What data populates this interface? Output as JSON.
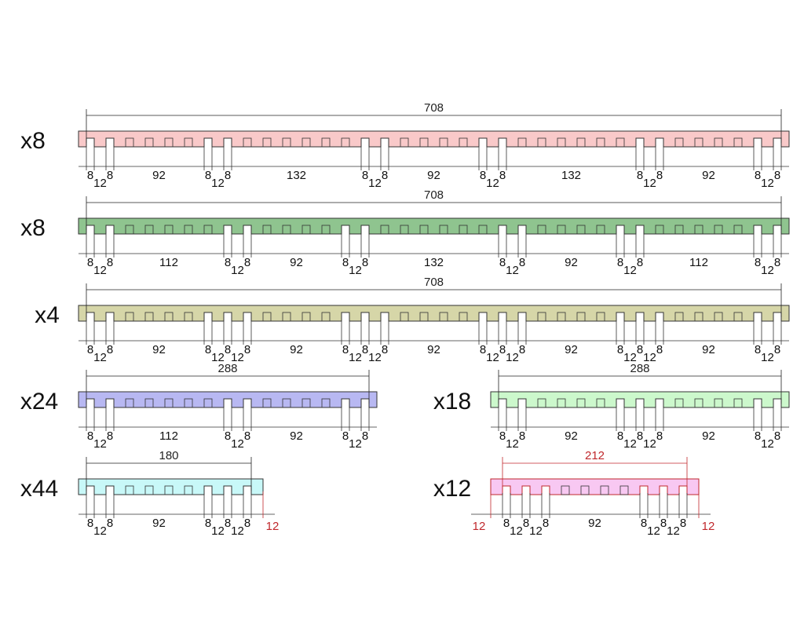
{
  "units_per_slot_pitch": 20,
  "slot_width": 8,
  "rows": [
    {
      "multiplier": "x8",
      "length": "708",
      "color": "#f9c9c9",
      "slots": 36,
      "open": [
        0,
        1,
        6,
        7,
        14,
        15,
        20,
        21,
        28,
        29,
        34,
        35
      ],
      "dims": [
        "8",
        "12",
        "8",
        "92",
        "8",
        "12",
        "8",
        "132",
        "8",
        "12",
        "8",
        "92",
        "8",
        "12",
        "8",
        "132",
        "8",
        "12",
        "8",
        "92",
        "8",
        "12",
        "8"
      ]
    },
    {
      "multiplier": "x8",
      "length": "708",
      "color": "#8fc48f",
      "slots": 36,
      "open": [
        0,
        1,
        7,
        8,
        13,
        14,
        21,
        22,
        27,
        28,
        34,
        35
      ],
      "dims": [
        "8",
        "12",
        "8",
        "112",
        "8",
        "12",
        "8",
        "92",
        "8",
        "12",
        "8",
        "132",
        "8",
        "12",
        "8",
        "92",
        "8",
        "12",
        "8",
        "112",
        "8",
        "12",
        "8"
      ]
    },
    {
      "multiplier": "x4",
      "length": "708",
      "color": "#d6d6a8",
      "slots": 36,
      "open": [
        0,
        1,
        6,
        7,
        8,
        13,
        14,
        15,
        20,
        21,
        22,
        27,
        28,
        29,
        34,
        35
      ],
      "dims": [
        "8",
        "12",
        "8",
        "92",
        "8",
        "12",
        "8",
        "12",
        "8",
        "92",
        "8",
        "12",
        "8",
        "12",
        "8",
        "92",
        "8",
        "12",
        "8",
        "12",
        "8",
        "92",
        "8",
        "12",
        "8",
        "12",
        "8",
        "92",
        "8",
        "12",
        "8"
      ]
    },
    {
      "multiplier": "x24",
      "length": "288",
      "color": "#b8b8f2",
      "slots": 15,
      "open": [
        0,
        1,
        7,
        8,
        13,
        14
      ],
      "dims": [
        "8",
        "12",
        "8",
        "112",
        "8",
        "12",
        "8",
        "92",
        "8",
        "12",
        "8"
      ]
    },
    {
      "multiplier": "x18",
      "length": "288",
      "color": "#ccf8cc",
      "slots": 15,
      "open": [
        0,
        1,
        6,
        7,
        8,
        13,
        14
      ],
      "dims": [
        "8",
        "12",
        "8",
        "92",
        "8",
        "12",
        "8",
        "12",
        "8",
        "92",
        "8",
        "12",
        "8"
      ]
    },
    {
      "multiplier": "x44",
      "length": "180",
      "color": "#c8f8f8",
      "slots": 9,
      "open": [
        0,
        1,
        6,
        7,
        8
      ],
      "dims": [
        "8",
        "12",
        "8",
        "92",
        "8",
        "12",
        "8",
        "12",
        "8"
      ],
      "end_right": "12"
    },
    {
      "multiplier": "x12",
      "length": "212",
      "color": "#f8c8f2",
      "slots": 10,
      "open": [
        0,
        1,
        2,
        7,
        8,
        9
      ],
      "dims": [
        "8",
        "12",
        "8",
        "12",
        "8",
        "92",
        "8",
        "12",
        "8",
        "12",
        "8"
      ],
      "end_left": "12",
      "end_right": "12",
      "accent": "#c0282c"
    }
  ]
}
